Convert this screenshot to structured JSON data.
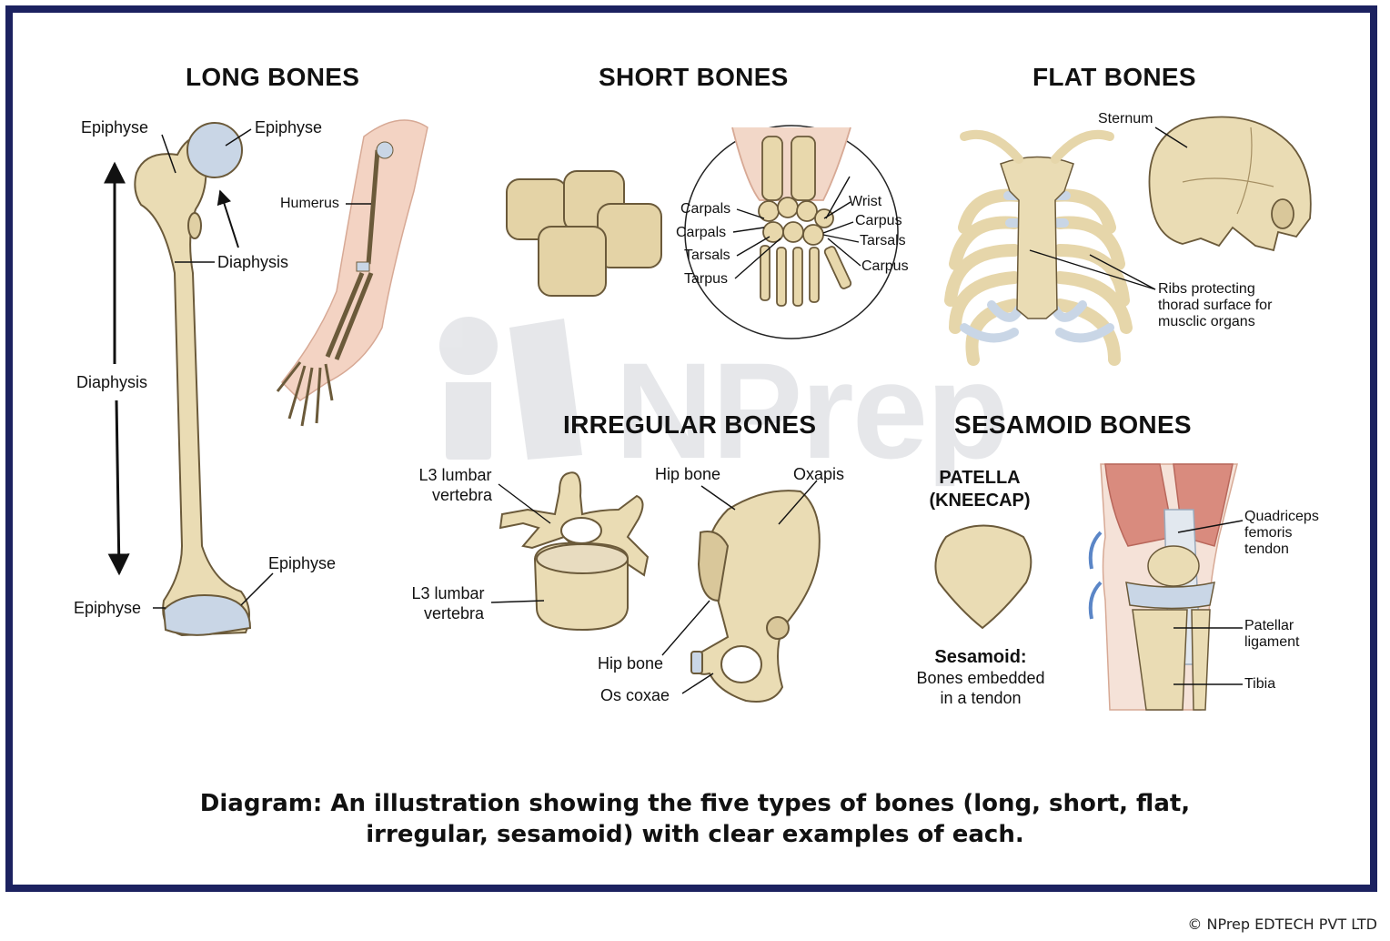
{
  "sections": {
    "long": "LONG BONES",
    "short": "SHORT BONES",
    "flat": "FLAT BONES",
    "irregular": "IRREGULAR BONES",
    "sesamoid": "SESAMOID BONES"
  },
  "long_labels": {
    "epiphyse_top_left": "Epiphyse",
    "epiphyse_top_right": "Epiphyse",
    "humerus": "Humerus",
    "diaphysis_right": "Diaphysis",
    "diaphysis_left": "Diaphysis",
    "epiphyse_bottom_right": "Epiphyse",
    "epiphyse_bottom_left": "Epiphyse"
  },
  "short_labels": {
    "carpals_1": "Carpals",
    "carpals_2": "Carpals",
    "tarsals_left": "Tarsals",
    "tarpus": "Tarpus",
    "wrist": "Wrist",
    "carpus_1": "Carpus",
    "tarsals_right": "Tarsals",
    "carpus_2": "Carpus"
  },
  "flat_labels": {
    "sternum": "Sternum",
    "ribs_note": [
      "Ribs protecting",
      "thorad surface for",
      "musclic organs"
    ]
  },
  "irregular_labels": {
    "l3_top": [
      "L3 lumbar",
      "vertebra"
    ],
    "l3_bottom": [
      "L3 lumbar",
      "vertebra"
    ],
    "hip_bone_top": "Hip bone",
    "oxapis": "Oxapis",
    "hip_bone_bottom": "Hip bone",
    "os_coxae": "Os coxae"
  },
  "sesamoid_labels": {
    "patella_title": [
      "PATELLA",
      "(KNEECAP)"
    ],
    "sesamoid_heading": "Sesamoid:",
    "sesamoid_desc": [
      "Bones embedded",
      "in a tendon"
    ],
    "quadriceps": [
      "Quadriceps",
      "femoris",
      "tendon"
    ],
    "patellar": [
      "Patellar",
      "ligament"
    ],
    "tibia": "Tibia"
  },
  "watermark": "NPrep",
  "caption": [
    "Diagram: An illustration showing the five types of bones (long, short, flat,",
    "irregular, sesamoid) with clear examples of each."
  ],
  "copyright": "© NPrep EDTECH PVT LTD",
  "colors": {
    "frame": "#1c2260",
    "bone": "#eadcb4",
    "bone_outline": "#6b5a3a",
    "cartilage": "#c9d6e6",
    "muscle": "#d98b7e"
  }
}
